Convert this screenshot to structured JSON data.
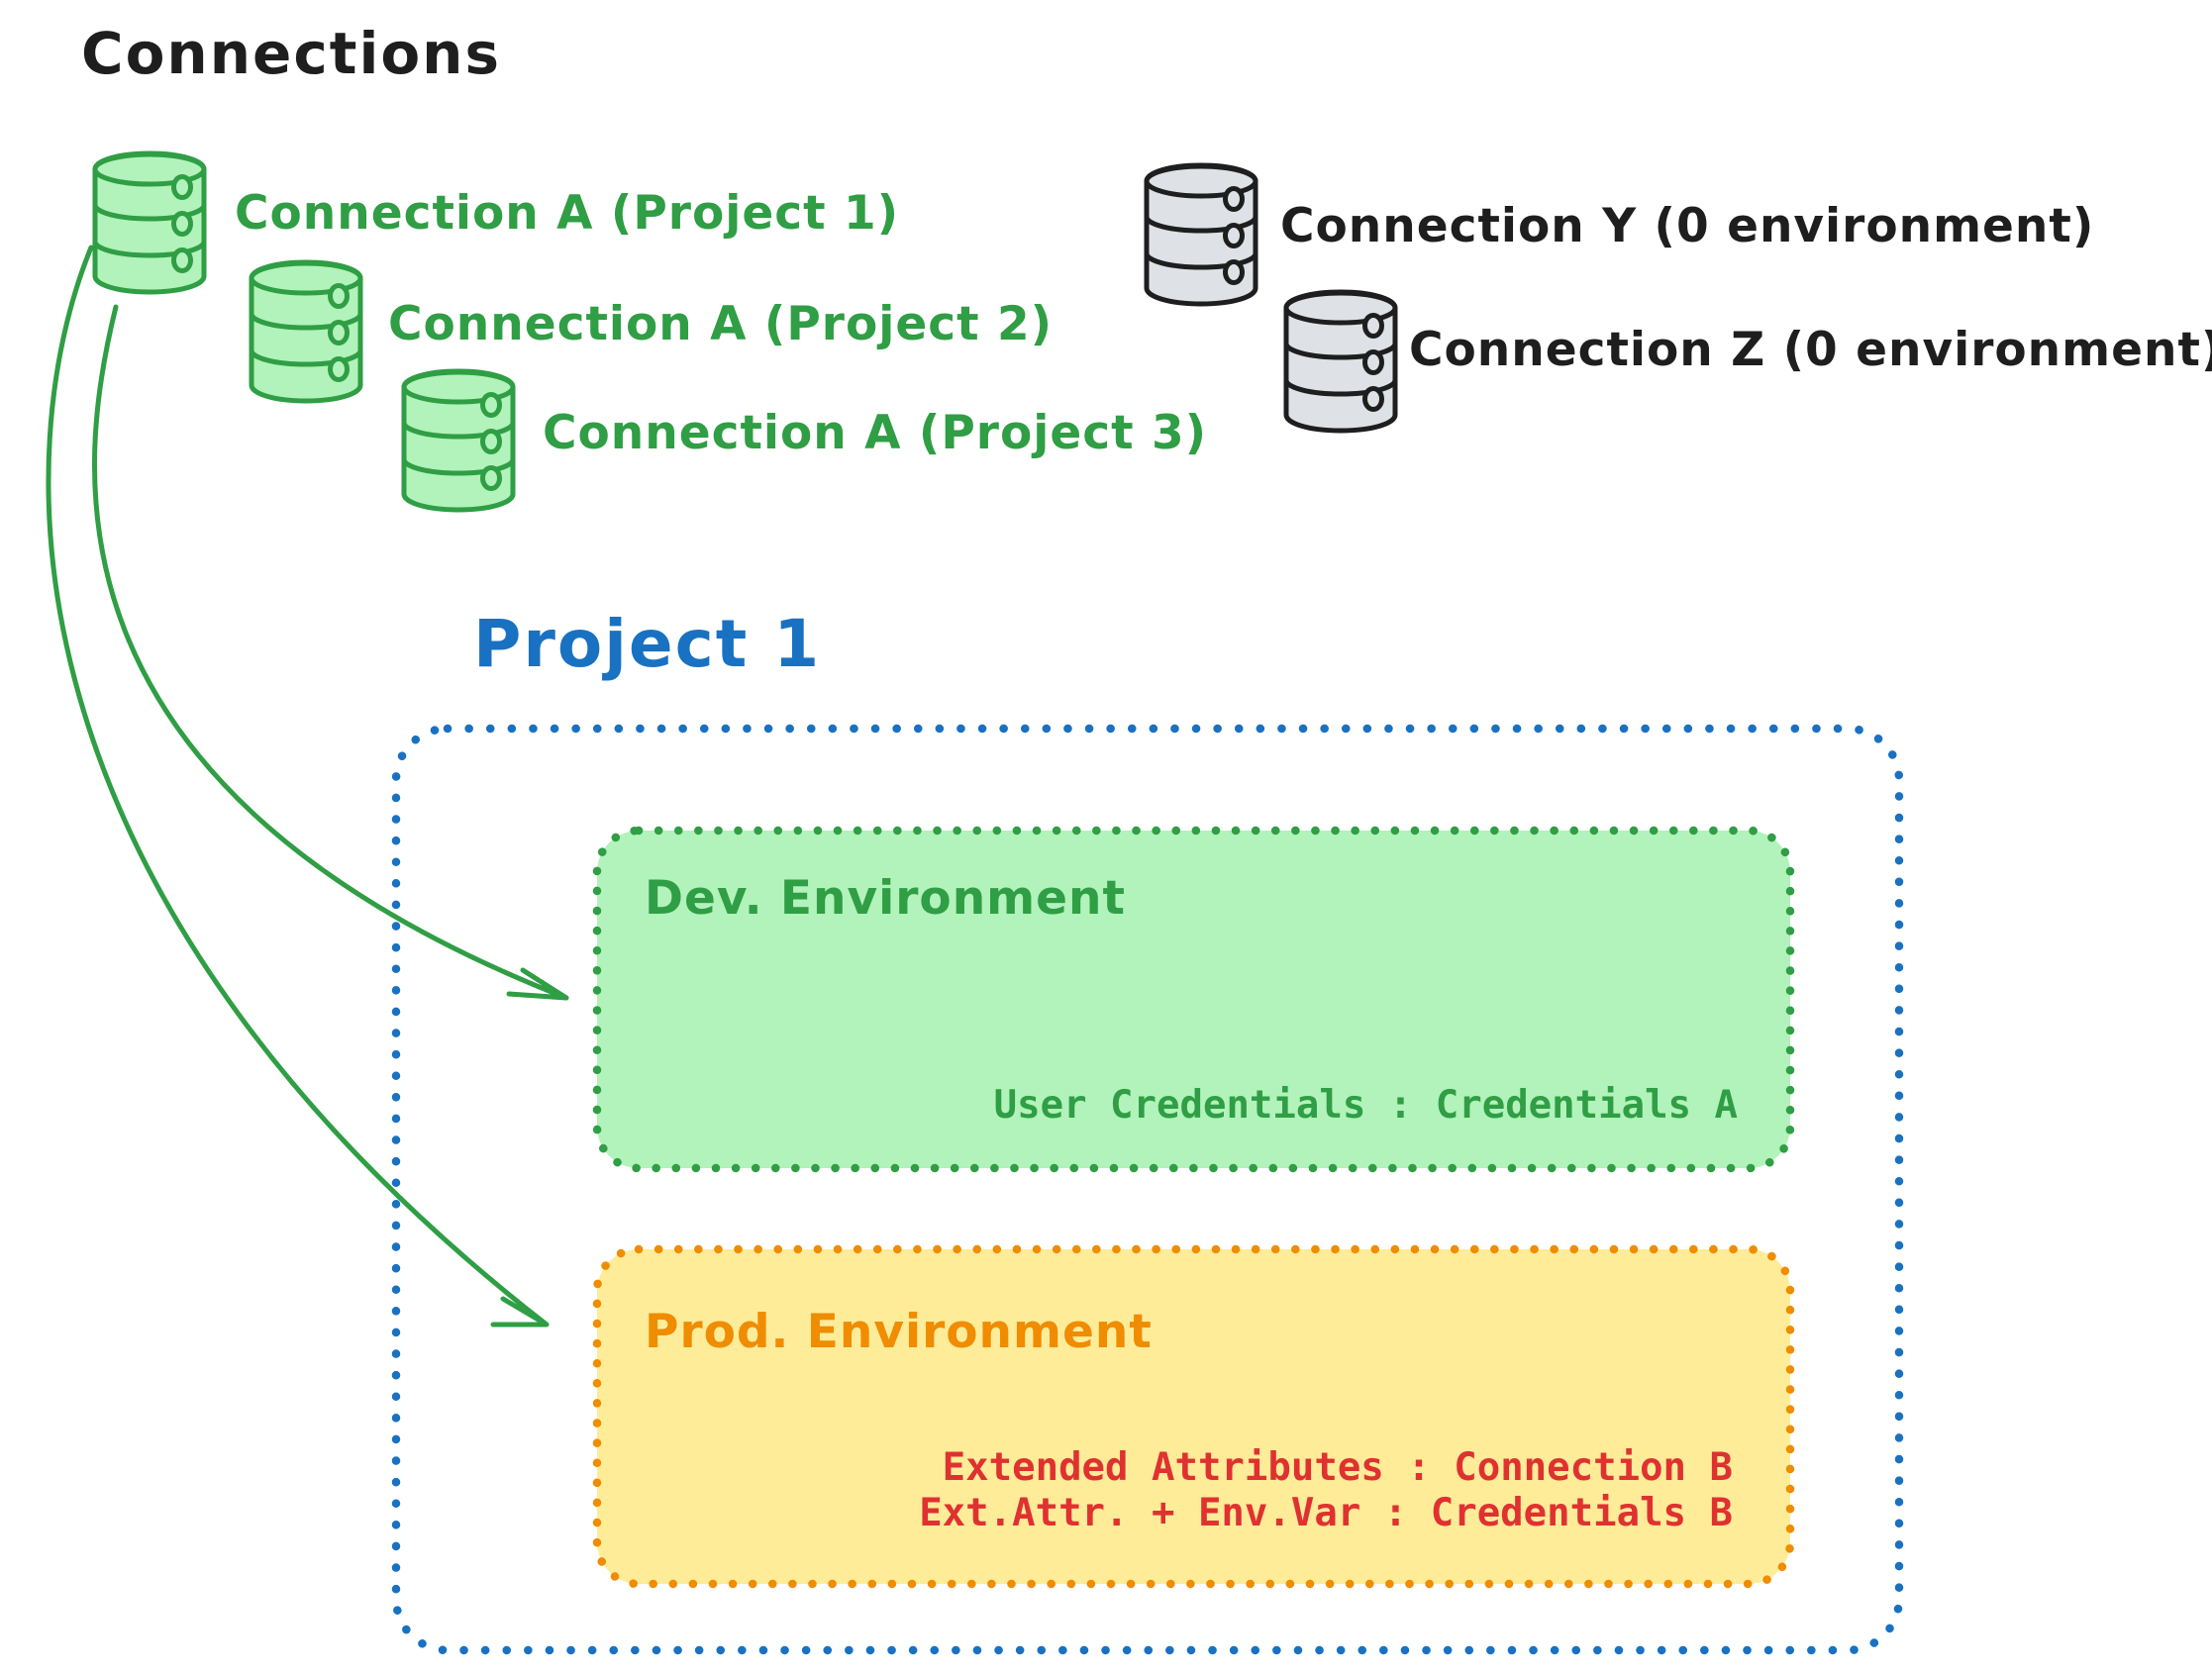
{
  "title": "Connections",
  "connections": {
    "green": [
      {
        "label": "Connection A (Project 1)"
      },
      {
        "label": "Connection A (Project 2)"
      },
      {
        "label": "Connection A (Project 3)"
      }
    ],
    "gray": [
      {
        "label": "Connection Y (0 environment)"
      },
      {
        "label": "Connection Z (0 environment)"
      }
    ]
  },
  "project": {
    "title": "Project 1",
    "dev": {
      "title": "Dev. Environment",
      "credential_mapping": "User Credentials : Credentials A"
    },
    "prod": {
      "title": "Prod. Environment",
      "mappings": [
        "Extended Attributes : Connection B",
        "Ext.Attr. + Env.Var : Credentials B"
      ]
    }
  },
  "colors": {
    "ink": "#1e1e1e",
    "green_stroke": "#2f9e44",
    "green_fill": "#b2f2bb",
    "blue": "#1971c2",
    "orange": "#f08c00",
    "yellow_fill": "#ffec99",
    "red": "#e03131",
    "gray_fill": "#dee2e6"
  }
}
